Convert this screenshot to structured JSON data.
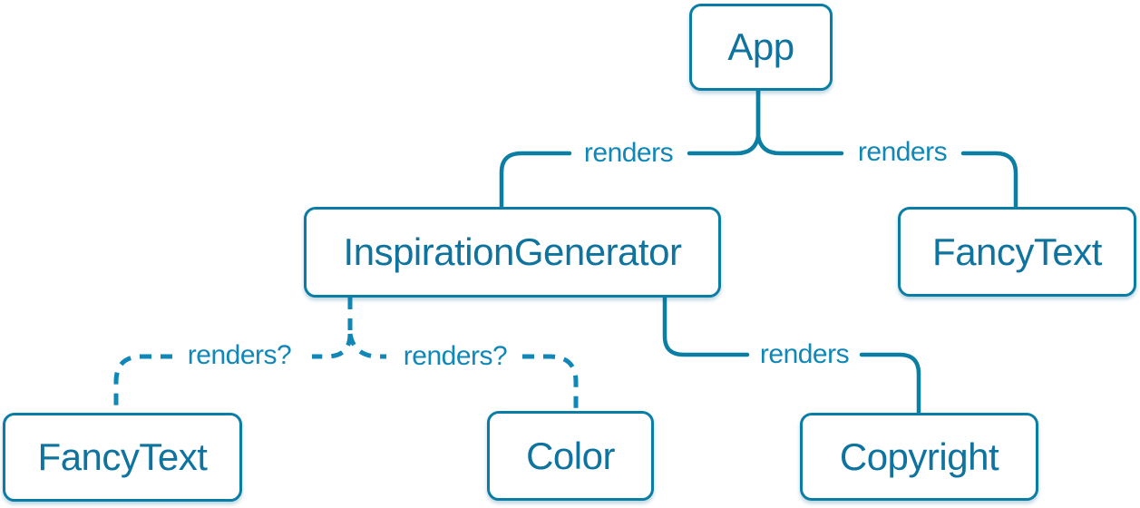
{
  "diagram_type": "component-tree",
  "nodes": {
    "app": {
      "label": "App"
    },
    "inspiration_generator": {
      "label": "InspirationGenerator"
    },
    "fancy_text_top_right": {
      "label": "FancyText"
    },
    "fancy_text_bottom_left": {
      "label": "FancyText"
    },
    "color": {
      "label": "Color"
    },
    "copyright": {
      "label": "Copyright"
    }
  },
  "edges": {
    "app_to_inspiration_generator": {
      "label": "renders",
      "style": "solid"
    },
    "app_to_fancy_text": {
      "label": "renders",
      "style": "solid"
    },
    "inspiration_generator_to_fancy_text": {
      "label": "renders?",
      "style": "dashed"
    },
    "inspiration_generator_to_color": {
      "label": "renders?",
      "style": "dashed"
    },
    "inspiration_generator_to_copyright": {
      "label": "renders",
      "style": "solid"
    }
  },
  "colors": {
    "background": "#ffffff",
    "node_background": "#ffffff",
    "node_border": "#0a7da5",
    "node_text": "#0e739f",
    "edge_solid": "#0b7ea4",
    "edge_dashed": "#1187b8",
    "edge_label": "#1187b8"
  }
}
